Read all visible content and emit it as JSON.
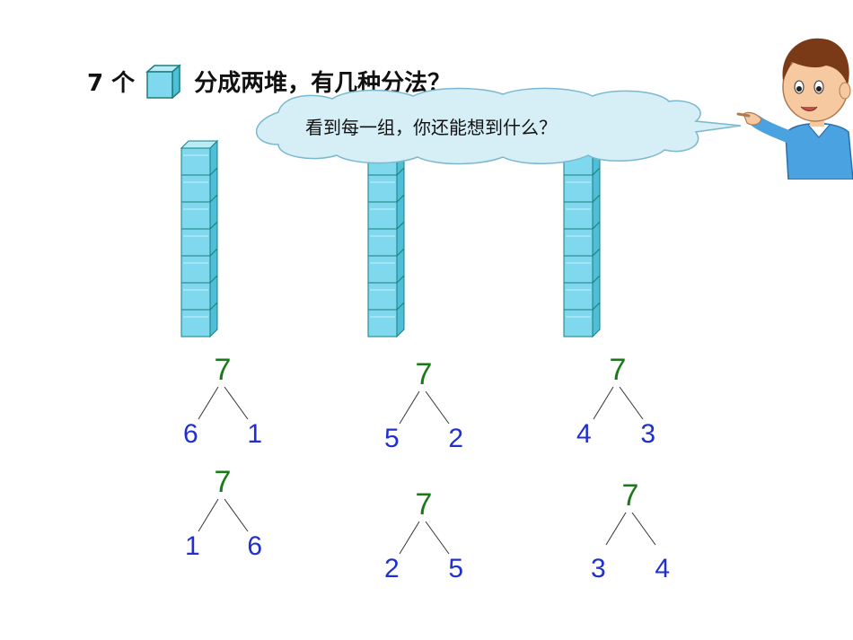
{
  "title": {
    "count": "7 个",
    "question": "分成两堆，有几种分法？"
  },
  "speech_bubble": {
    "text": "看到每一组，你还能想到什么？"
  },
  "icons": {
    "cube": "cube-icon",
    "character": "boy-pointing-icon"
  },
  "colors": {
    "cube_fill": "#7fd8ee",
    "cube_edge": "#1a7f7f",
    "root_number": "#1a7a1a",
    "leaf_number": "#1f2fd0",
    "bubble_fill": "#d6eef5"
  },
  "towers": [
    {
      "cubes": 7
    },
    {
      "cubes": 7
    },
    {
      "cubes": 7
    }
  ],
  "trees": [
    {
      "root": "7",
      "left": "6",
      "right": "1"
    },
    {
      "root": "7",
      "left": "1",
      "right": "6"
    },
    {
      "root": "7",
      "left": "5",
      "right": "2"
    },
    {
      "root": "7",
      "left": "2",
      "right": "5"
    },
    {
      "root": "7",
      "left": "4",
      "right": "3"
    },
    {
      "root": "7",
      "left": "3",
      "right": "4"
    }
  ]
}
